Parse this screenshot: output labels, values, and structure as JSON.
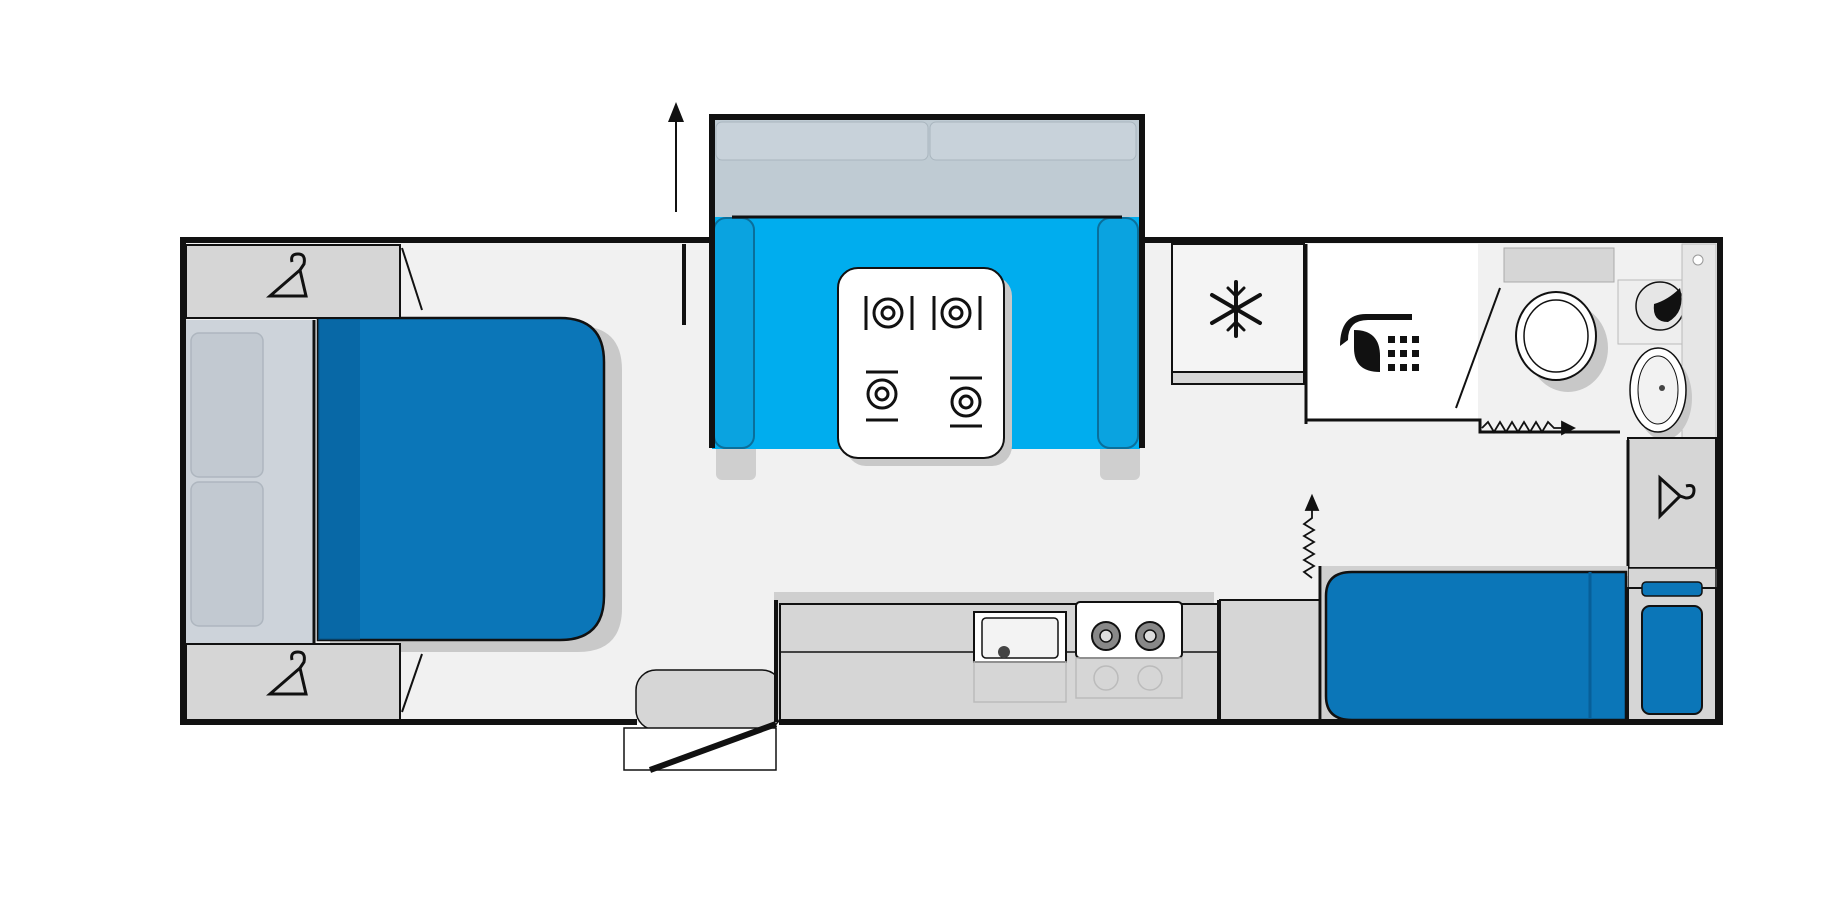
{
  "colors": {
    "background": "#ffffff",
    "floor": "#f1f1f1",
    "wall": "#111111",
    "cabinet": "#d6d6d6",
    "cabinet_dark": "#c4c4c4",
    "cushion_grey": "#c8ced6",
    "slideout_grey": "#bfcbd3",
    "bed_blue": "#0b76b8",
    "bed_blue_dark": "#075f99",
    "seat_blue": "#00adee",
    "table_white": "#ffffff",
    "shadow": "#bdbdbd"
  },
  "icons": {
    "wardrobe": "hanger-icon",
    "fridge": "snowflake-icon",
    "shower": "shower-icon",
    "dining": "place-setting-icon",
    "hob": "gas-burner-icon",
    "sink": "sink-icon",
    "toilet": "toilet-icon",
    "basin": "basin-icon",
    "washer": "washing-machine-icon",
    "door_direction": "arrow-up-icon",
    "sliding_door": "zigzag-arrow-icon"
  },
  "layout": {
    "type": "caravan-floorplan",
    "zones": [
      "front-island-bed",
      "wardrobe-top-left",
      "wardrobe-bottom-left",
      "dining-slideout",
      "entry-door",
      "kitchen-bench",
      "fridge",
      "shower",
      "ensuite-toilet",
      "ensuite-basin",
      "washing-machine",
      "wardrobe-rear",
      "rear-single-bed"
    ]
  }
}
